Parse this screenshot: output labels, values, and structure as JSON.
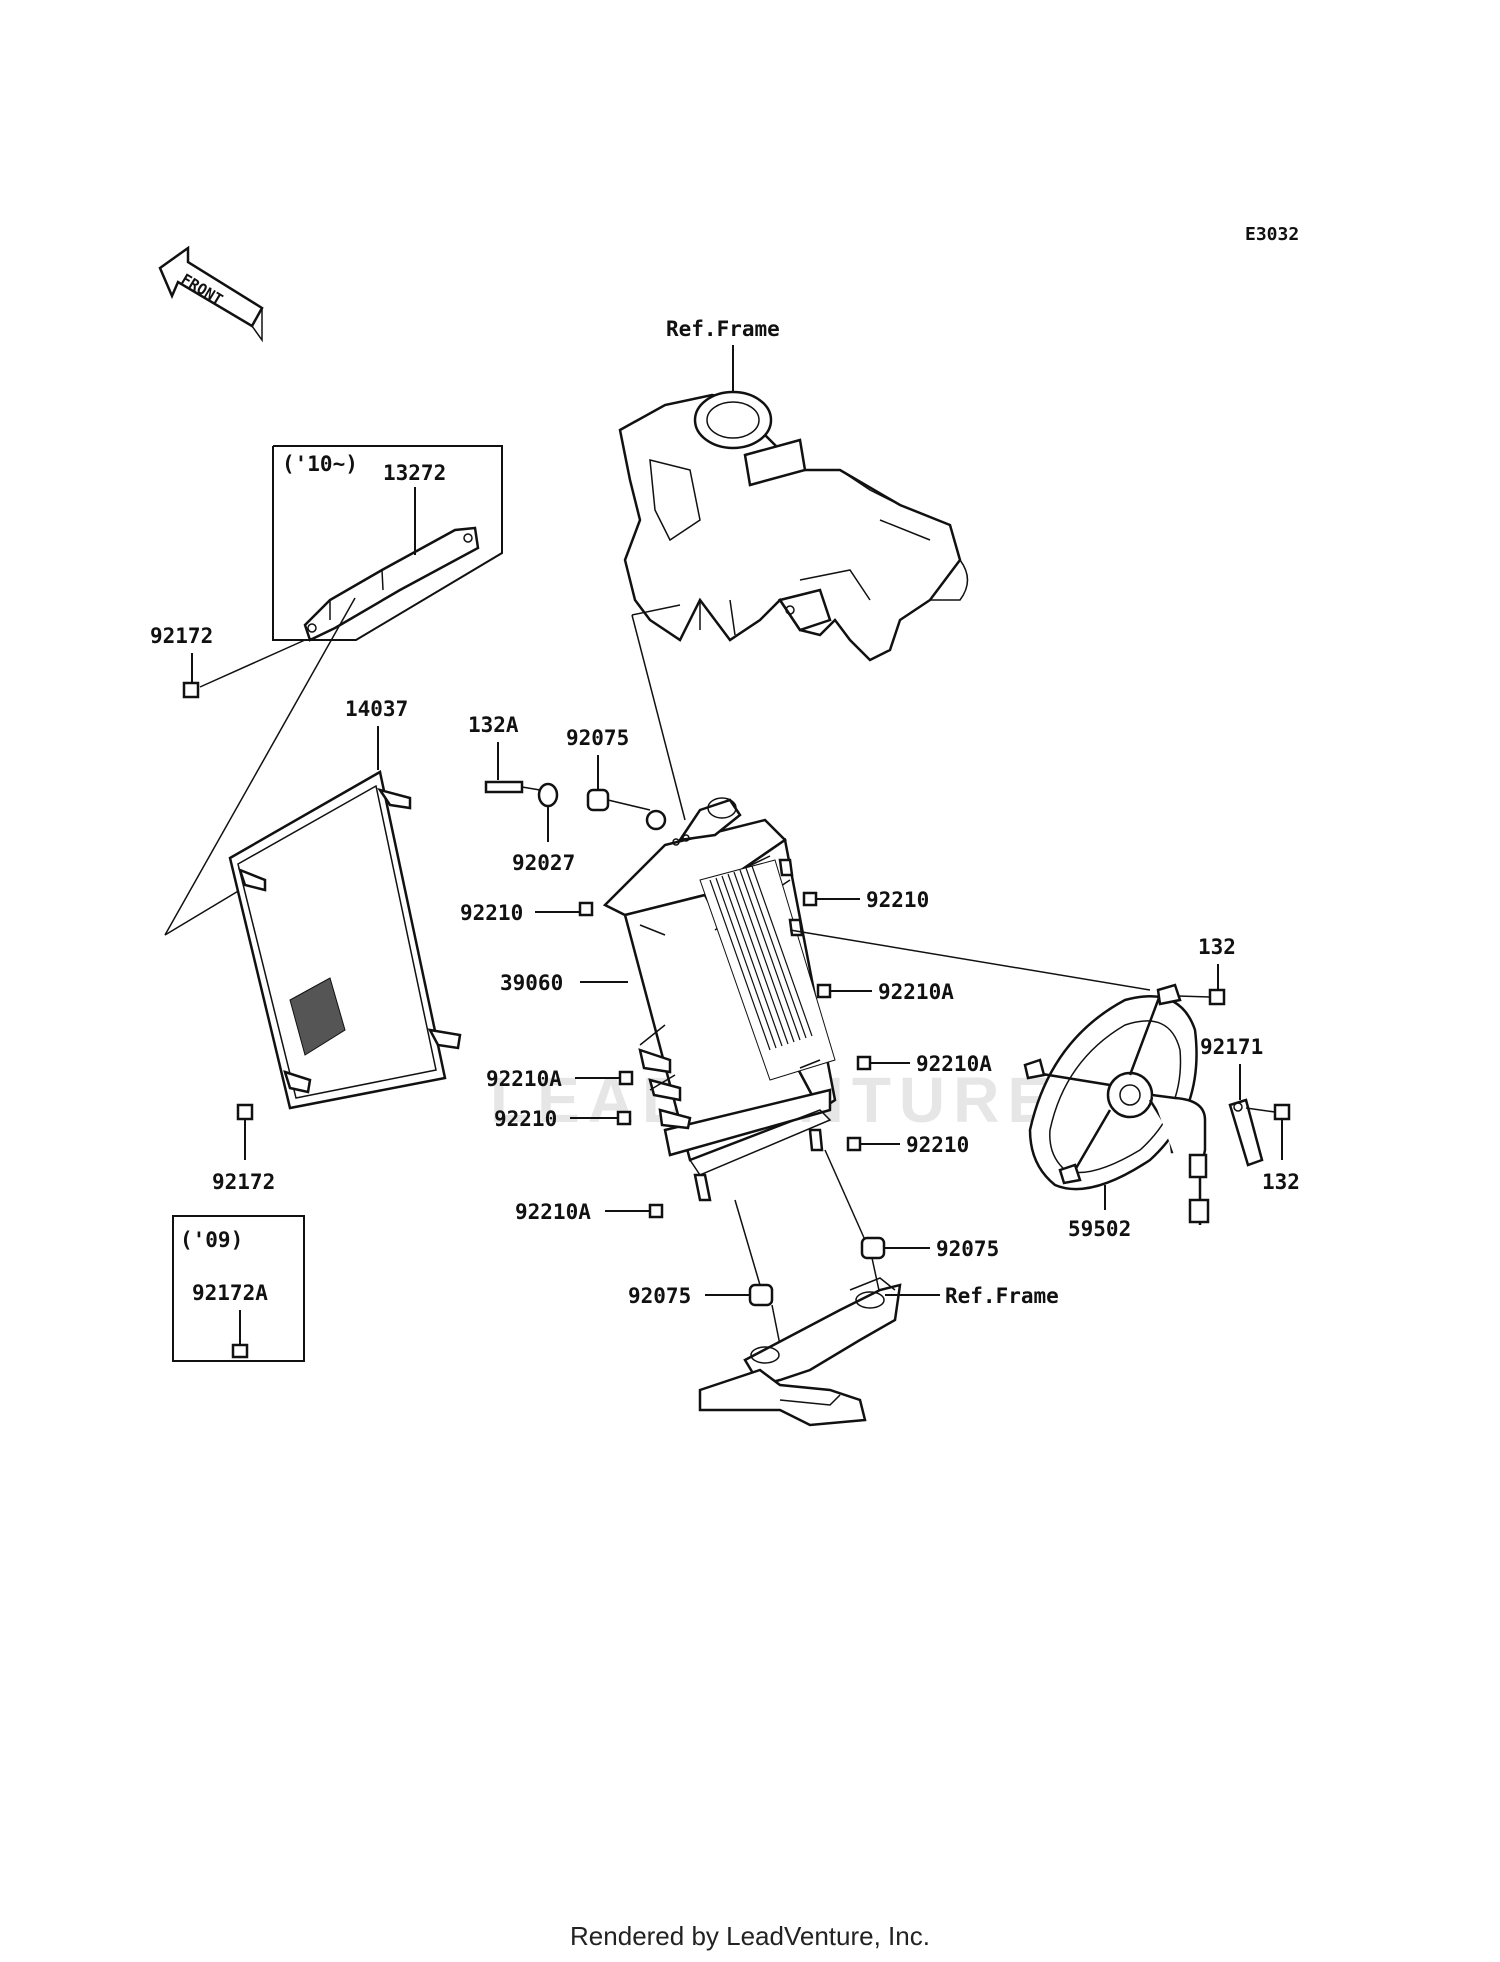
{
  "diagram_code": "E3032",
  "front_arrow_label": "FRONT",
  "year_notes": {
    "top_box": "('10~)",
    "bottom_box": "('09)"
  },
  "parts": [
    {
      "id": "p13272",
      "label": "13272"
    },
    {
      "id": "p92172_top",
      "label": "92172"
    },
    {
      "id": "p14037",
      "label": "14037"
    },
    {
      "id": "p92172_bottom",
      "label": "92172"
    },
    {
      "id": "p92172A",
      "label": "92172A"
    },
    {
      "id": "p132A",
      "label": "132A"
    },
    {
      "id": "p92075_top",
      "label": "92075"
    },
    {
      "id": "p92027",
      "label": "92027"
    },
    {
      "id": "p92210_1",
      "label": "92210"
    },
    {
      "id": "p92210_2",
      "label": "92210"
    },
    {
      "id": "p39060",
      "label": "39060"
    },
    {
      "id": "p92210A_1",
      "label": "92210A"
    },
    {
      "id": "p92210A_2",
      "label": "92210A"
    },
    {
      "id": "p92210A_3",
      "label": "92210A"
    },
    {
      "id": "p92210_3",
      "label": "92210"
    },
    {
      "id": "p92210_4",
      "label": "92210"
    },
    {
      "id": "p92210A_4",
      "label": "92210A"
    },
    {
      "id": "p92075_right",
      "label": "92075"
    },
    {
      "id": "p92075_left",
      "label": "92075"
    },
    {
      "id": "p132_top",
      "label": "132"
    },
    {
      "id": "p92171",
      "label": "92171"
    },
    {
      "id": "p132_bottom",
      "label": "132"
    },
    {
      "id": "p59502",
      "label": "59502"
    }
  ],
  "references": {
    "frame_top": "Ref.Frame",
    "frame_bottom": "Ref.Frame"
  },
  "watermark": "LEADVENTURE",
  "footer": "Rendered by LeadVenture, Inc."
}
